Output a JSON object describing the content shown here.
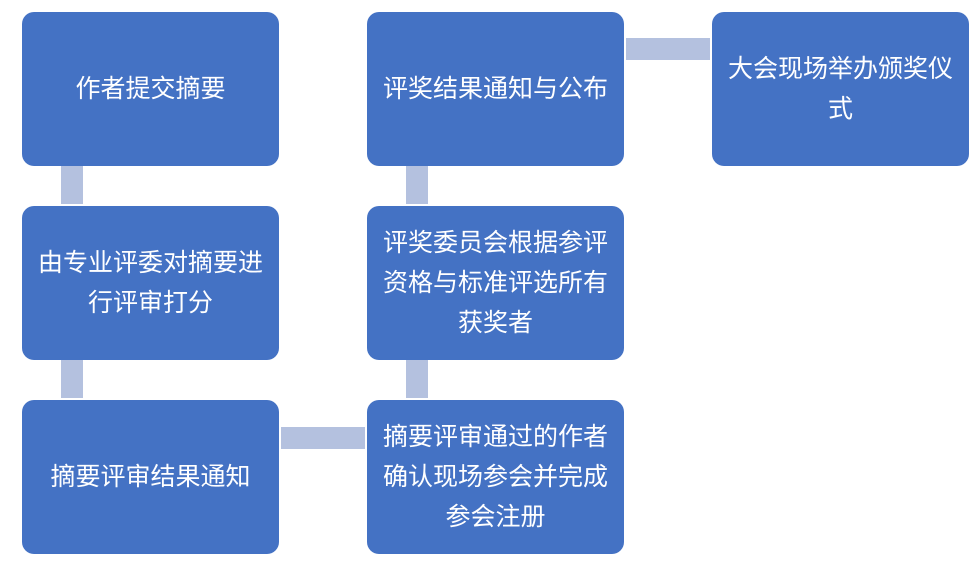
{
  "steps": [
    {
      "id": "submit",
      "text": "作者提交摘要"
    },
    {
      "id": "review",
      "text": "由专业评委对摘要进行评审打分"
    },
    {
      "id": "notify",
      "text": "摘要评审结果通知"
    },
    {
      "id": "register",
      "text": "摘要评审通过的作者确认现场参会并完成参会注册"
    },
    {
      "id": "select",
      "text": "评奖委员会根据参评资格与标准评选所有获奖者"
    },
    {
      "id": "announce",
      "text": "评奖结果通知与公布"
    },
    {
      "id": "ceremony",
      "text": "大会现场举办颁奖仪式"
    }
  ]
}
